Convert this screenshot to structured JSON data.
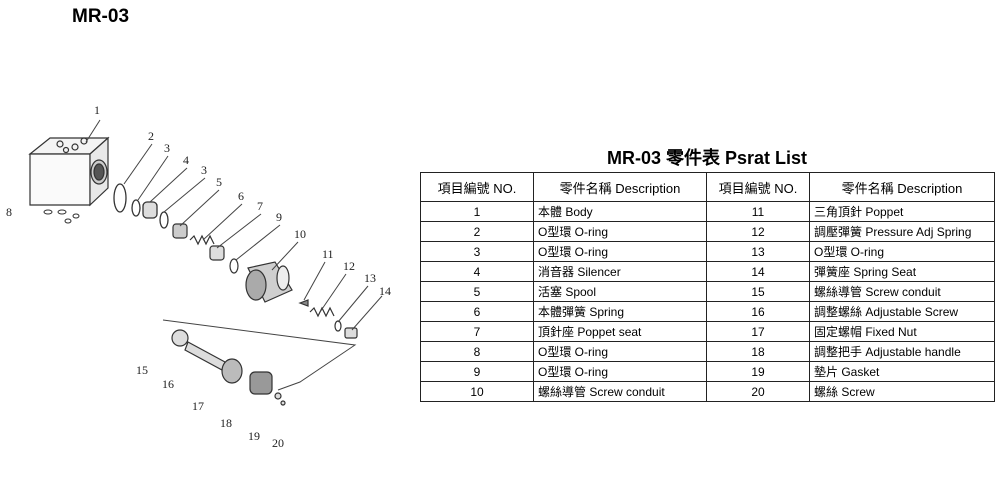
{
  "header": {
    "model": "MR-03"
  },
  "table": {
    "title": "MR-03 零件表 Psrat List",
    "headers": [
      "項目編號 NO.",
      "零件名稱 Description",
      "項目編號 NO.",
      "零件名稱 Description"
    ],
    "rows": [
      [
        "1",
        "本體 Body",
        "11",
        "三角頂針 Poppet"
      ],
      [
        "2",
        "O型環 O-ring",
        "12",
        "調壓彈簧 Pressure Adj Spring"
      ],
      [
        "3",
        "O型環 O-ring",
        "13",
        "O型環 O-ring"
      ],
      [
        "4",
        "消音器 Silencer",
        "14",
        "彈簧座 Spring Seat"
      ],
      [
        "5",
        "活塞 Spool",
        "15",
        "螺絲導管 Screw conduit"
      ],
      [
        "6",
        "本體彈簧 Spring",
        "16",
        "調整螺絲 Adjustable Screw"
      ],
      [
        "7",
        "頂針座 Poppet seat",
        "17",
        "固定螺帽 Fixed Nut"
      ],
      [
        "8",
        "O型環 O-ring",
        "18",
        "調整把手 Adjustable handle"
      ],
      [
        "9",
        "O型環 O-ring",
        "19",
        "墊片 Gasket"
      ],
      [
        "10",
        "螺絲導管 Screw conduit",
        "20",
        "螺絲  Screw"
      ]
    ]
  },
  "diagram": {
    "callouts": [
      "1",
      "2",
      "3",
      "4",
      "3",
      "5",
      "6",
      "7",
      "9",
      "10",
      "11",
      "12",
      "13",
      "14",
      "8",
      "15",
      "16",
      "17",
      "18",
      "19",
      "20"
    ]
  }
}
